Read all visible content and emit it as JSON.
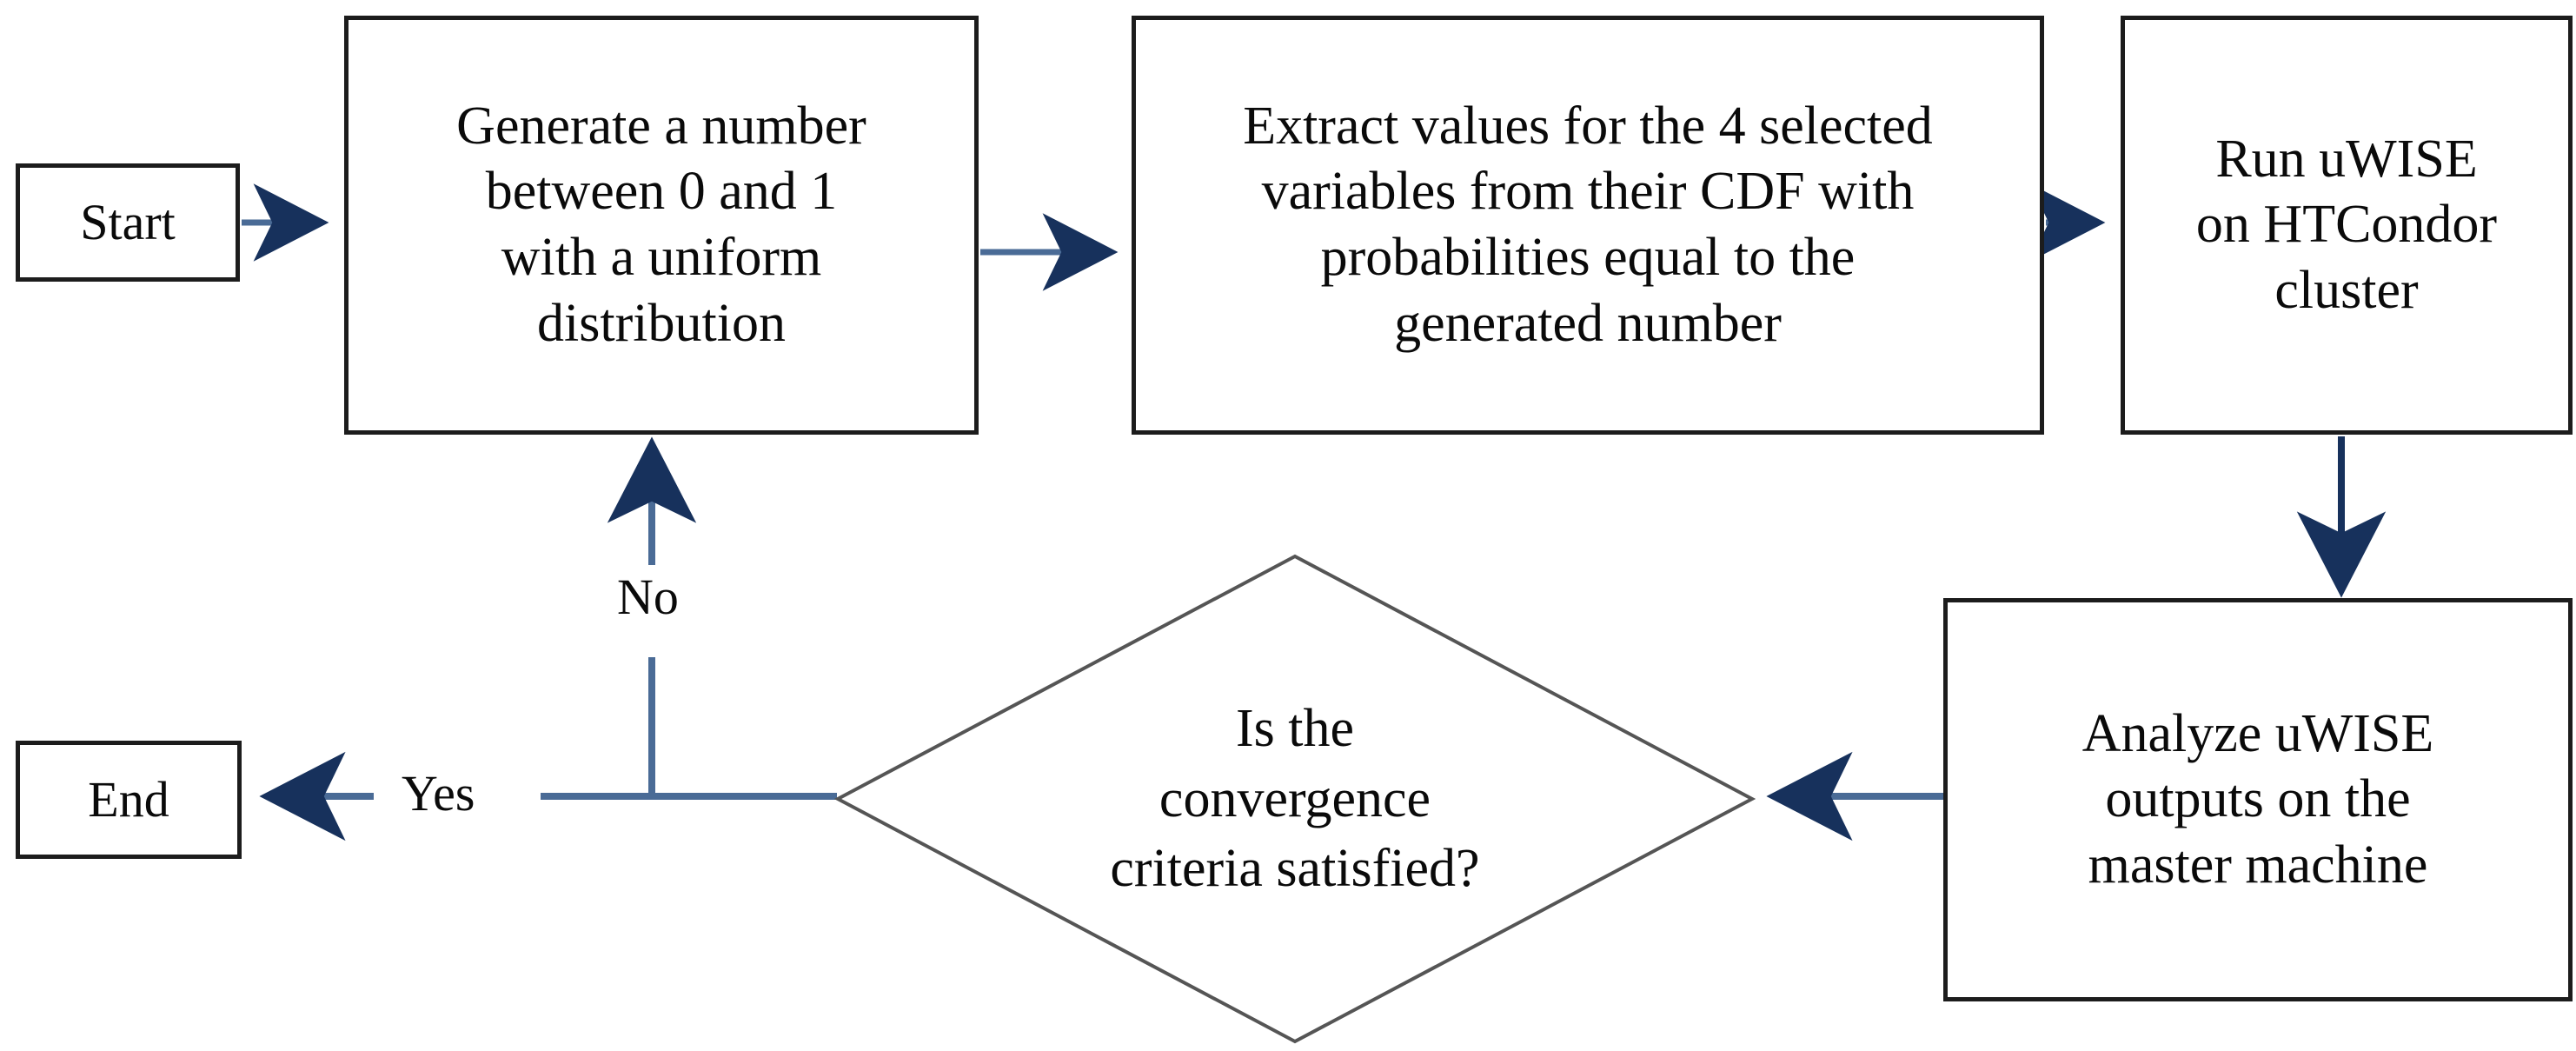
{
  "diagram": {
    "type": "flowchart",
    "title": "uWISE Monte Carlo convergence workflow",
    "colors": {
      "node_border": "#1c1c1c",
      "node_fill": "#ffffff",
      "decision_border": "#555555",
      "connector_line": "#4a6b96",
      "arrow_head": "#17315c",
      "text": "#0a0a0a"
    },
    "nodes": [
      {
        "id": "start",
        "shape": "rectangle",
        "label": "Start"
      },
      {
        "id": "generate",
        "shape": "rectangle",
        "label": "Generate a number\nbetween 0 and 1\nwith a uniform\ndistribution"
      },
      {
        "id": "extract",
        "shape": "rectangle",
        "label": "Extract values for the 4 selected\nvariables from their CDF with\nprobabilities equal to the\ngenerated number"
      },
      {
        "id": "run",
        "shape": "rectangle",
        "label": "Run uWISE\non HTCondor\ncluster"
      },
      {
        "id": "analyze",
        "shape": "rectangle",
        "label": "Analyze uWISE\noutputs on the\nmaster machine"
      },
      {
        "id": "decision",
        "shape": "diamond",
        "label": "Is the\nconvergence\ncriteria satisfied?"
      },
      {
        "id": "end",
        "shape": "rectangle",
        "label": "End"
      }
    ],
    "edges": [
      {
        "from": "start",
        "to": "generate",
        "label": "",
        "direction": "right"
      },
      {
        "from": "generate",
        "to": "extract",
        "label": "",
        "direction": "right"
      },
      {
        "from": "extract",
        "to": "run",
        "label": "",
        "direction": "right"
      },
      {
        "from": "run",
        "to": "analyze",
        "label": "",
        "direction": "down"
      },
      {
        "from": "analyze",
        "to": "decision",
        "label": "",
        "direction": "left"
      },
      {
        "from": "decision",
        "to": "end",
        "label": "Yes",
        "direction": "left"
      },
      {
        "from": "decision",
        "to": "generate",
        "label": "No",
        "direction": "up"
      }
    ],
    "edge_labels": {
      "yes": "Yes",
      "no": "No"
    }
  }
}
